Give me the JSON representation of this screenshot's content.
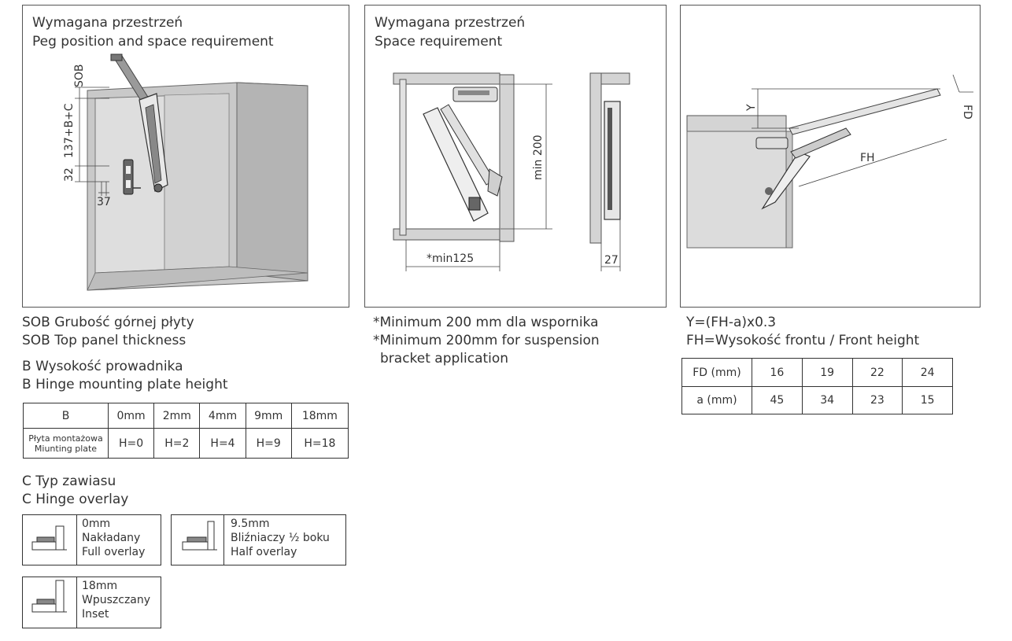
{
  "panel1": {
    "title_pl": "Wymagana przestrzeń",
    "title_en": "Peg position and space requirement",
    "dim_sob": "SOB",
    "dim_137": "137+B+C",
    "dim_32": "32",
    "dim_37": "37"
  },
  "panel2": {
    "title_pl": "Wymagana przestrzeń",
    "title_en": "Space requirement",
    "dim_min200": "min 200",
    "dim_min125": "*min125",
    "dim_27": "27"
  },
  "panel3": {
    "dim_y": "Y",
    "dim_fd": "FD",
    "dim_fh": "FH"
  },
  "sob": {
    "line1": "SOB Grubość górnej płyty",
    "line2": "SOB Top panel thickness"
  },
  "b_section": {
    "line1": "B Wysokość prowadnika",
    "line2": "B Hinge mounting plate height"
  },
  "b_table": {
    "header_label": "B",
    "headers": [
      "0mm",
      "2mm",
      "4mm",
      "9mm",
      "18mm"
    ],
    "row_label_1": "Płyta montażowa",
    "row_label_2": "Miunting plate",
    "values": [
      "H=0",
      "H=2",
      "H=4",
      "H=9",
      "H=18"
    ]
  },
  "c_section": {
    "line1": "C Typ zawiasu",
    "line2": "C Hinge overlay"
  },
  "overlays": [
    {
      "size": "0mm",
      "pl": "Nakładany",
      "en": "Full overlay"
    },
    {
      "size": "9.5mm",
      "pl": "Bliźniaczy ½ boku",
      "en": "Half overlay"
    },
    {
      "size": "18mm",
      "pl": "Wpuszczany",
      "en": "Inset"
    }
  ],
  "note": {
    "line1": "*Minimum 200 mm dla wspornika",
    "line2": "*Minimum 200mm for suspension",
    "line3": "bracket application"
  },
  "formula": {
    "line1": "Y=(FH-a)x0.3",
    "line2": "FH=Wysokość frontu / Front height"
  },
  "fd_table": {
    "row1_label": "FD (mm)",
    "row1": [
      "16",
      "19",
      "22",
      "24"
    ],
    "row2_label": "a (mm)",
    "row2": [
      "45",
      "34",
      "23",
      "15"
    ]
  }
}
